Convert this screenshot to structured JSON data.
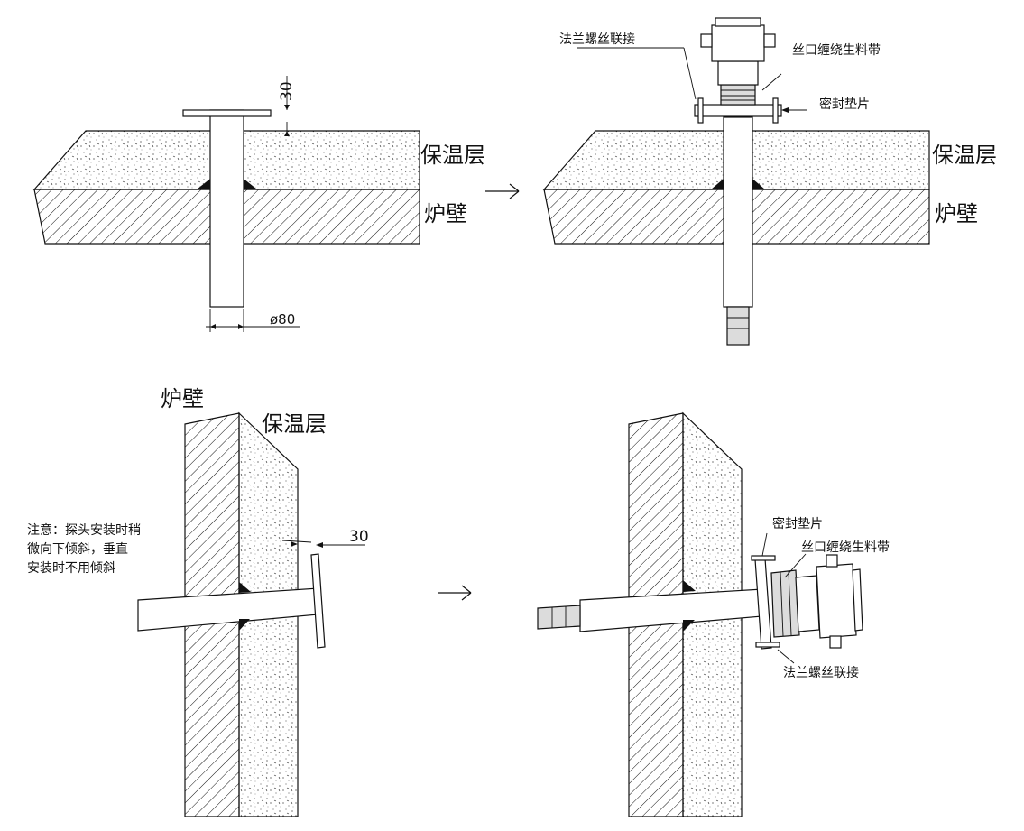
{
  "labels": {
    "insulation": "保温层",
    "furnace_wall": "炉壁",
    "flange_screw": "法兰螺丝联接",
    "thread_tape": "丝口缠绕生料带",
    "gasket": "密封垫片",
    "dim_30": "30",
    "dim_80": "ø80",
    "arrow": "→"
  },
  "note": {
    "line1": "注意：探头安装时稍",
    "line2": "微向下倾斜，垂直",
    "line3": "安装时不用倾斜"
  },
  "colors": {
    "line": "#111111",
    "background": "#ffffff",
    "probe_fill": "#dcdcdc"
  }
}
